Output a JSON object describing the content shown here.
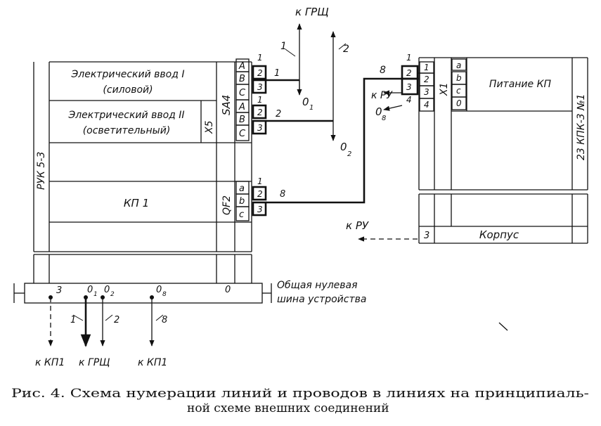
{
  "labels": {
    "to_grsch_top": "к ГРЩ",
    "wire_1": "1",
    "wire_2": "2",
    "o1": "0",
    "o1_sub": "1",
    "o2": "0",
    "o2_sub": "2",
    "wire_8": "8",
    "to_ru": "к РУ",
    "o8": "0",
    "o8_sub": "8",
    "to_ru_bottom": "к РУ",
    "to_kp1_left": "к КП1",
    "to_grsch_bottom": "к ГРЩ",
    "to_kp1_right": "к КП1"
  },
  "left_block": {
    "title": "РУК 5-3",
    "input1_line1": "Электрический ввод I",
    "input1_line2": "(силовой)",
    "input2_line1": "Электрический ввод II",
    "input2_line2": "(осветительный)",
    "x5": "Х5",
    "sa4": "SA4",
    "kp1": "КП 1",
    "qf2": "QF2",
    "sa4_letters_1": [
      "А",
      "В",
      "С"
    ],
    "sa4_letters_2": [
      "А",
      "В",
      "С"
    ],
    "qf2_letters": [
      "а",
      "b",
      "с"
    ],
    "terminals": [
      "1",
      "2",
      "3"
    ],
    "line_no_1": "1",
    "line_no_2": "2",
    "line_no_8": "8"
  },
  "right_block": {
    "title": "23 КПК-3 №1",
    "x1": "Х1",
    "power": "Питание КП",
    "terminals": [
      "1",
      "2",
      "3",
      "4"
    ],
    "letters": [
      "а",
      "b",
      "с",
      "0"
    ],
    "side_numbers": [
      "1",
      "2",
      "3",
      "4"
    ],
    "case_terminal": "3",
    "case_label": "Корпус"
  },
  "bus": {
    "line1": "Общая нулевая",
    "line2": "шина устройства",
    "tap_3": "3",
    "tap_o1": "0",
    "tap_o1_sub": "1",
    "tap_o2": "0",
    "tap_o2_sub": "2",
    "tap_o8": "0",
    "tap_o8_sub": "8",
    "tap_0": "0",
    "drop_1": "1",
    "drop_2": "2",
    "drop_8": "8"
  },
  "caption": {
    "line1": "Рис. 4. Схема нумерации линий и проводов в линиях на принципиаль-",
    "line2": "ной схеме внешних соединений"
  }
}
